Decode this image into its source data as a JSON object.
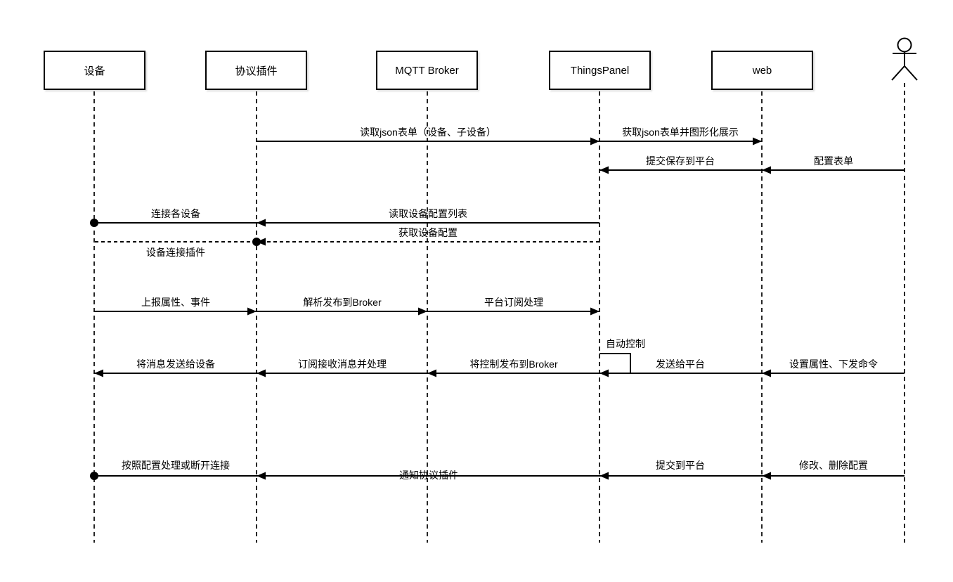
{
  "diagram": {
    "type": "uml-sequence",
    "background_color": "#ffffff",
    "line_color": "#000000",
    "text_color": "#000000"
  },
  "participants": [
    {
      "id": "device",
      "label": "设备"
    },
    {
      "id": "protocol-plugin",
      "label": "协议插件"
    },
    {
      "id": "mqtt-broker",
      "label": "MQTT Broker"
    },
    {
      "id": "thingspanel",
      "label": "ThingsPanel"
    },
    {
      "id": "web",
      "label": "web"
    },
    {
      "id": "user",
      "label": "",
      "icon": "actor-stick-figure"
    }
  ],
  "messages": [
    {
      "label": "读取json表单（设备、子设备）",
      "from": "protocol-plugin",
      "to": "thingspanel",
      "style": "solid"
    },
    {
      "label": "获取json表单并图形化展示",
      "from": "thingspanel",
      "to": "web",
      "style": "solid"
    },
    {
      "label": "提交保存到平台",
      "from": "web",
      "to": "thingspanel",
      "style": "solid"
    },
    {
      "label": "配置表单",
      "from": "user",
      "to": "web",
      "style": "solid"
    },
    {
      "label": "连接各设备",
      "from": "protocol-plugin",
      "to": "device",
      "style": "solid",
      "endpoint": "dot"
    },
    {
      "label": "读取设备配置列表",
      "from": "thingspanel",
      "to": "protocol-plugin",
      "style": "solid"
    },
    {
      "label": "获取设备配置",
      "from": "thingspanel",
      "to": "protocol-plugin",
      "style": "dashed",
      "endpoint": "dot"
    },
    {
      "label": "设备连接插件",
      "from": "device",
      "to": "protocol-plugin",
      "style": "dashed"
    },
    {
      "label": "上报属性、事件",
      "from": "device",
      "to": "protocol-plugin",
      "style": "solid"
    },
    {
      "label": "解析发布到Broker",
      "from": "protocol-plugin",
      "to": "mqtt-broker",
      "style": "solid"
    },
    {
      "label": "平台订阅处理",
      "from": "mqtt-broker",
      "to": "thingspanel",
      "style": "solid"
    },
    {
      "label": "自动控制",
      "from": "thingspanel",
      "to": "thingspanel",
      "style": "self-loop"
    },
    {
      "label": "将消息发送给设备",
      "from": "protocol-plugin",
      "to": "device",
      "style": "solid"
    },
    {
      "label": "订阅接收消息并处理",
      "from": "mqtt-broker",
      "to": "protocol-plugin",
      "style": "solid"
    },
    {
      "label": "将控制发布到Broker",
      "from": "thingspanel",
      "to": "mqtt-broker",
      "style": "solid"
    },
    {
      "label": "发送给平台",
      "from": "web",
      "to": "thingspanel",
      "style": "solid"
    },
    {
      "label": "设置属性、下发命令",
      "from": "user",
      "to": "web",
      "style": "solid"
    },
    {
      "label": "按照配置处理或断开连接",
      "from": "protocol-plugin",
      "to": "device",
      "style": "solid",
      "endpoint": "dot"
    },
    {
      "label": "通知协议插件",
      "from": "thingspanel",
      "to": "protocol-plugin",
      "style": "solid"
    },
    {
      "label": "提交到平台",
      "from": "web",
      "to": "thingspanel",
      "style": "solid"
    },
    {
      "label": "修改、删除配置",
      "from": "user",
      "to": "web",
      "style": "solid"
    }
  ]
}
